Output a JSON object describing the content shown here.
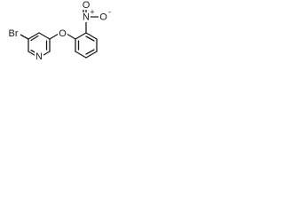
{
  "molecule": {
    "atoms": {
      "br": "Br",
      "n_pyridine": "N",
      "o_ether": "O",
      "n_nitro": "N",
      "o_nitro_top": "O",
      "o_nitro_side": "O",
      "charge_plus": "+",
      "charge_minus": "-"
    }
  },
  "colors": {
    "ink": "#1a1a1a",
    "background": "#ffffff"
  }
}
